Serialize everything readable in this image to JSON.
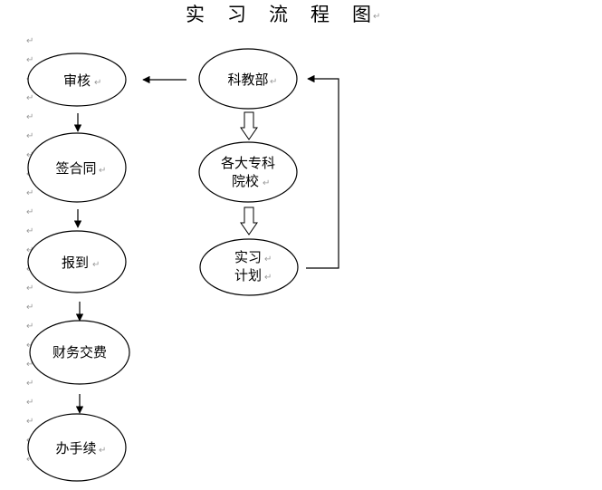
{
  "title": {
    "chars": [
      "实",
      "习",
      "流",
      "程",
      "图"
    ]
  },
  "paragraph_mark": "↵",
  "nodes": {
    "shenhe": {
      "lines": [
        "审核"
      ]
    },
    "qianhetong": {
      "lines": [
        "签合同"
      ]
    },
    "baodao": {
      "lines": [
        "报到"
      ]
    },
    "caiwujiaofei": {
      "lines": [
        "财务交费"
      ]
    },
    "banshouxu": {
      "lines": [
        "办手续"
      ]
    },
    "kejiaobu": {
      "lines": [
        "科教部"
      ]
    },
    "gedazhuanke": {
      "lines": [
        "各大专科",
        "院校"
      ]
    },
    "shixijihua": {
      "lines": [
        "实习",
        "计划"
      ]
    }
  },
  "colors": {
    "stroke": "#000000",
    "background": "#ffffff",
    "paragraph_mark": "#9a9a9a"
  }
}
